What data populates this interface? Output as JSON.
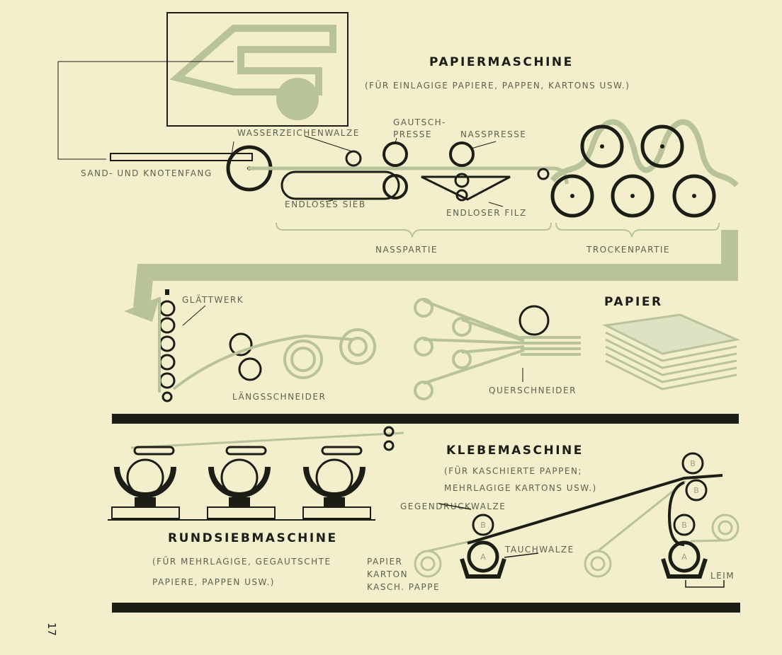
{
  "titles": {
    "papiermaschine": "PAPIERMASCHINE",
    "papiermaschine_sub": "(FÜR EINLAGIGE PAPIERE, PAPPEN, KARTONS USW.)",
    "papier": "PAPIER",
    "klebemaschine": "KLEBEMASCHINE",
    "klebemaschine_sub1": "(FÜR KASCHIERTE PAPPEN;",
    "klebemaschine_sub2": "MEHRLAGIGE KARTONS USW.)",
    "rundsiebmaschine": "RUNDSIEBMASCHINE",
    "rundsieb_sub1": "(FÜR MEHRLAGIGE, GEGAUTSCHTE",
    "rundsieb_sub2": "PAPIERE, PAPPEN USW.)"
  },
  "labels": {
    "wasserzeichenwalze": "WASSERZEICHENWALZE",
    "gautsch1": "GAUTSCH-",
    "gautsch2": "PRESSE",
    "nasspresse": "NASSPRESSE",
    "sand": "SAND- UND KNOTENFANG",
    "sieb": "ENDLOSES SIEB",
    "filz": "ENDLOSER FILZ",
    "nasspartie": "NASSPARTIE",
    "trockenpartie": "TROCKENPARTIE",
    "glaettwerk": "GLÄTTWERK",
    "laengsschneider": "LÄNGSSCHNEIDER",
    "querschneider": "QUERSCHNEIDER",
    "gegendruckwalze": "GEGENDRUCKWALZE",
    "tauchwalze": "TAUCHWALZE",
    "papier": "PAPIER",
    "karton": "KARTON",
    "kasch": "KASCH. PAPPE",
    "leim": "LEIM",
    "roll_a": "A",
    "roll_b": "B"
  },
  "page_number": "17",
  "colors": {
    "background": "#f3eecb",
    "ink": "#1c1e16",
    "green": "#b9c39b"
  }
}
